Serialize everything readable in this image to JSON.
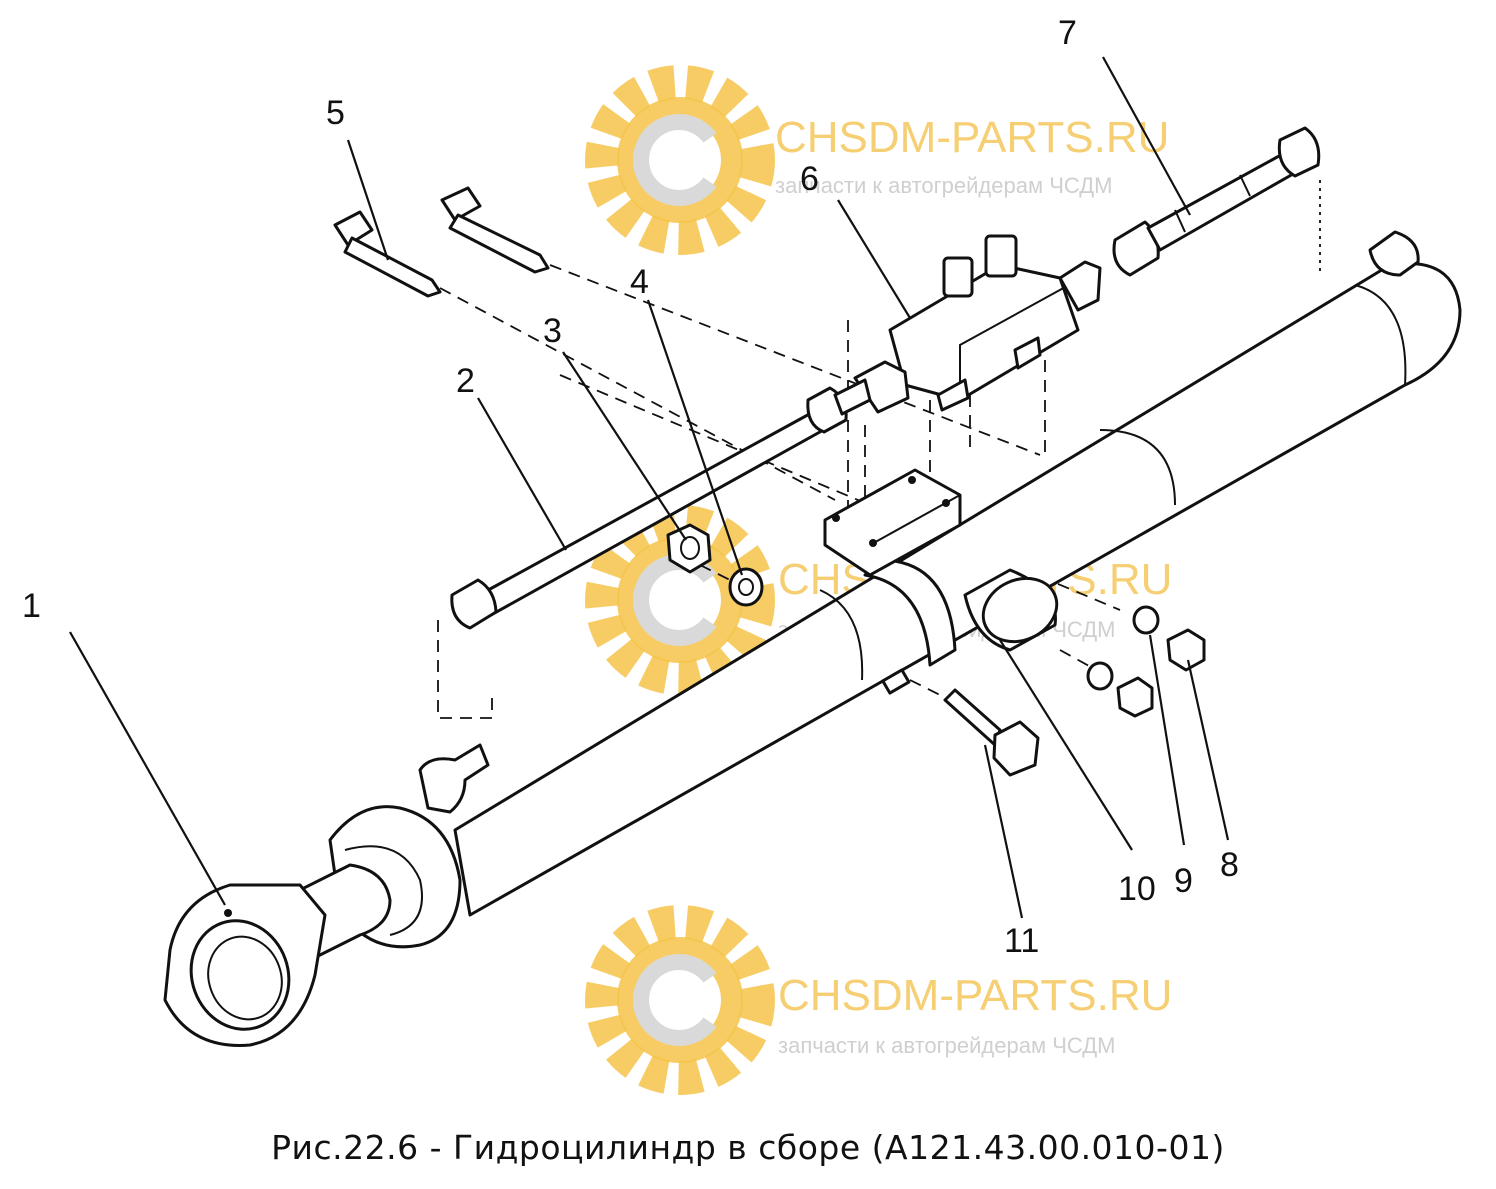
{
  "diagram": {
    "callouts": [
      "1",
      "2",
      "3",
      "4",
      "5",
      "6",
      "7",
      "8",
      "9",
      "10",
      "11"
    ],
    "caption": "Рис.22.6 - Гидроцилиндр в сборе (А121.43.00.010-01)"
  },
  "watermark": {
    "title": "CHSDM-PARTS.RU",
    "subtitle": "запчасти к автогрейдерам ЧСДМ",
    "logo_icon": "gear-logo-icon",
    "accent_color": "#f6c34a",
    "logo_inner_color": "#d9d9d9"
  }
}
